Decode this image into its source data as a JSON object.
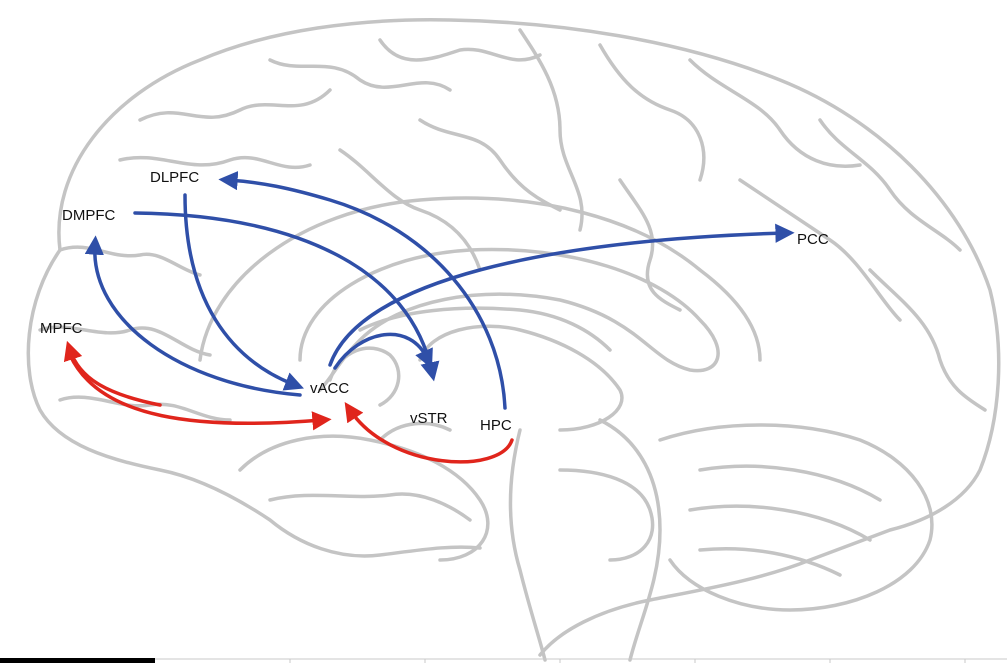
{
  "diagram": {
    "colors": {
      "brain_outline": "#c4c4c4",
      "connection_blue": "#2f4fa8",
      "connection_red": "#e0251c"
    },
    "regions": {
      "dlpfc": "DLPFC",
      "dmpfc": "DMPFC",
      "mpfc": "MPFC",
      "vacc": "vACC",
      "vstr": "vSTR",
      "hpc": "HPC",
      "pcc": "PCC"
    },
    "connections": [
      {
        "from": "DLPFC",
        "to": "vACC",
        "color": "blue"
      },
      {
        "from": "vACC",
        "to": "DMPFC",
        "color": "blue"
      },
      {
        "from": "DMPFC",
        "to": "vSTR",
        "color": "blue"
      },
      {
        "from": "HPC",
        "to": "DLPFC",
        "color": "blue"
      },
      {
        "from": "vACC",
        "to": "PCC",
        "color": "blue"
      },
      {
        "from": "vACC",
        "to": "vSTR",
        "color": "blue"
      },
      {
        "from": "vACC",
        "to": "MPFC",
        "color": "red"
      },
      {
        "from": "MPFC",
        "to": "vACC",
        "color": "red"
      },
      {
        "from": "HPC",
        "to": "vACC",
        "color": "red"
      }
    ]
  }
}
